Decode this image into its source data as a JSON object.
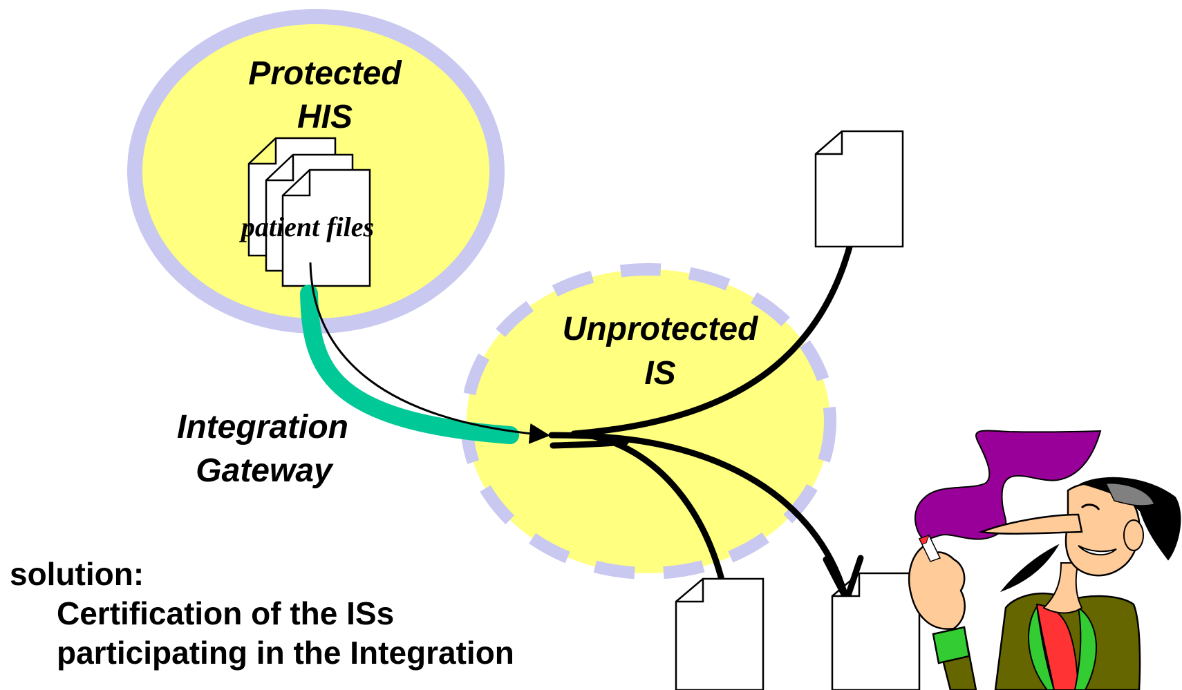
{
  "protected_his": {
    "line1": "Protected",
    "line2": "HIS",
    "docs_label": "patient files"
  },
  "unprotected_is": {
    "line1": "Unprotected",
    "line2": "IS"
  },
  "gateway": {
    "line1": "Integration",
    "line2": "Gateway"
  },
  "solution": {
    "heading": "solution:",
    "line1": "Certification of the ISs",
    "line2": "participating in the Integration"
  },
  "colors": {
    "zone_fill": "#ffff80",
    "zone_border": "#c8c8f0",
    "gateway_band": "#00c896",
    "arrow": "#000000",
    "smoke": "#990099",
    "jacket": "#666600",
    "scarf_green": "#33cc33",
    "scarf_red": "#ff3333",
    "hair": "#000000",
    "skin": "#ffcc99",
    "cuff": "#33cc33"
  },
  "icons": {
    "documents": "document-stack-icon",
    "leaked_document": "document-icon",
    "intruder": "smoking-intruder-figure"
  }
}
